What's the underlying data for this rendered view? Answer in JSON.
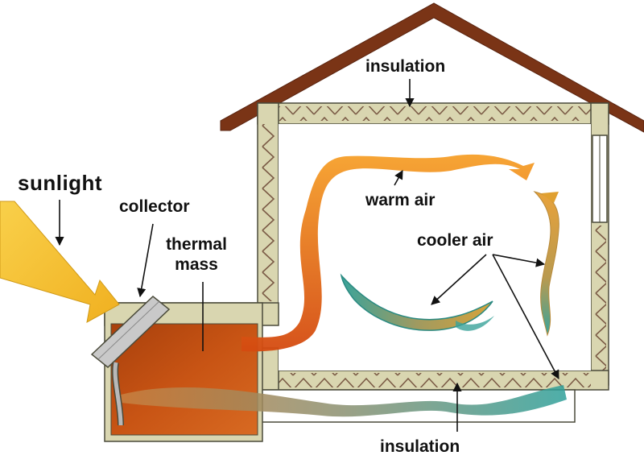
{
  "labels": {
    "sunlight": "sunlight",
    "collector": "collector",
    "thermal_mass_line1": "thermal",
    "thermal_mass_line2": "mass",
    "insulation_top": "insulation",
    "warm_air": "warm air",
    "cooler_air": "cooler air",
    "insulation_bottom": "insulation"
  },
  "colors": {
    "roof": "#7a3416",
    "insulation_fill": "#d9d6b0",
    "insulation_zigzag": "#7a5a45",
    "wall_outline": "#4a4a3a",
    "sunlight": "#f5c63a",
    "collector": "#c9c9c9",
    "thermal_mass_dark": "#b24a10",
    "thermal_mass_light": "#e0782a",
    "warm_air": "#f0901a",
    "cool_air": "#3aa39a",
    "label": "#111111"
  }
}
